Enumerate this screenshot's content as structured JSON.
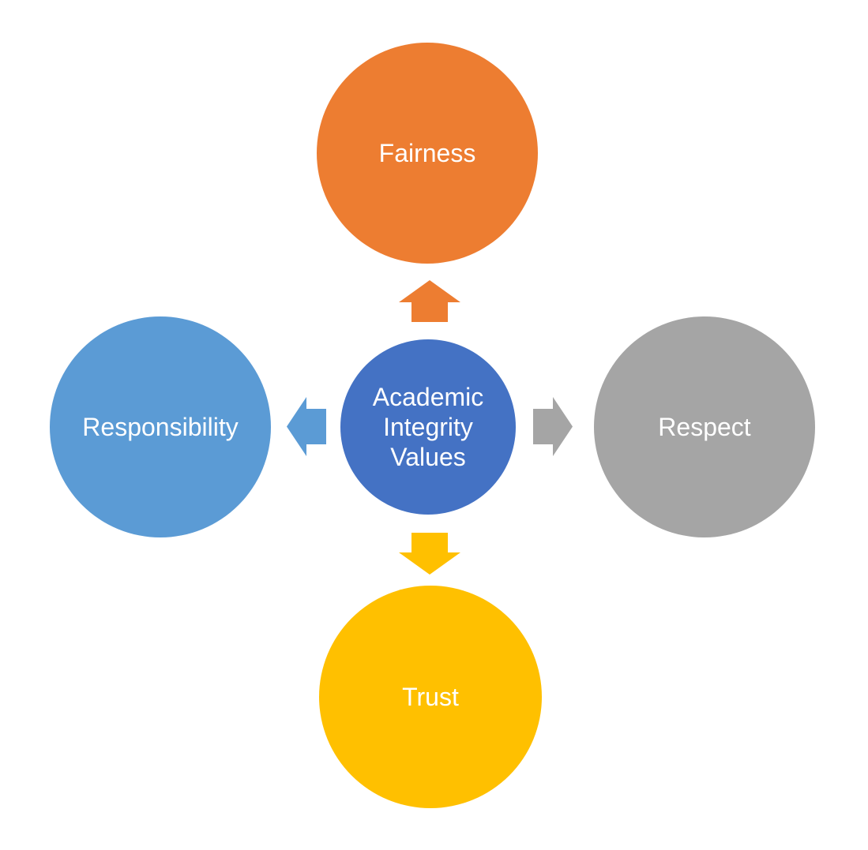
{
  "diagram": {
    "background_color": "#FFFFFF",
    "label_text_color": "#FFFFFF",
    "center": {
      "label": "Academic Integrity Values",
      "color": "#4472C4"
    },
    "nodes": [
      {
        "label": "Fairness",
        "color": "#ED7D31",
        "position": "top"
      },
      {
        "label": "Respect",
        "color": "#A5A5A5",
        "position": "right"
      },
      {
        "label": "Trust",
        "color": "#FFC000",
        "position": "bottom"
      },
      {
        "label": "Responsibility",
        "color": "#5B9BD5",
        "position": "left"
      }
    ],
    "arrows": [
      {
        "direction": "up",
        "color": "#ED7D31",
        "points_to": "Fairness"
      },
      {
        "direction": "right",
        "color": "#A5A5A5",
        "points_to": "Respect"
      },
      {
        "direction": "down",
        "color": "#FFC000",
        "points_to": "Trust"
      },
      {
        "direction": "left",
        "color": "#5B9BD5",
        "points_to": "Responsibility"
      }
    ]
  }
}
